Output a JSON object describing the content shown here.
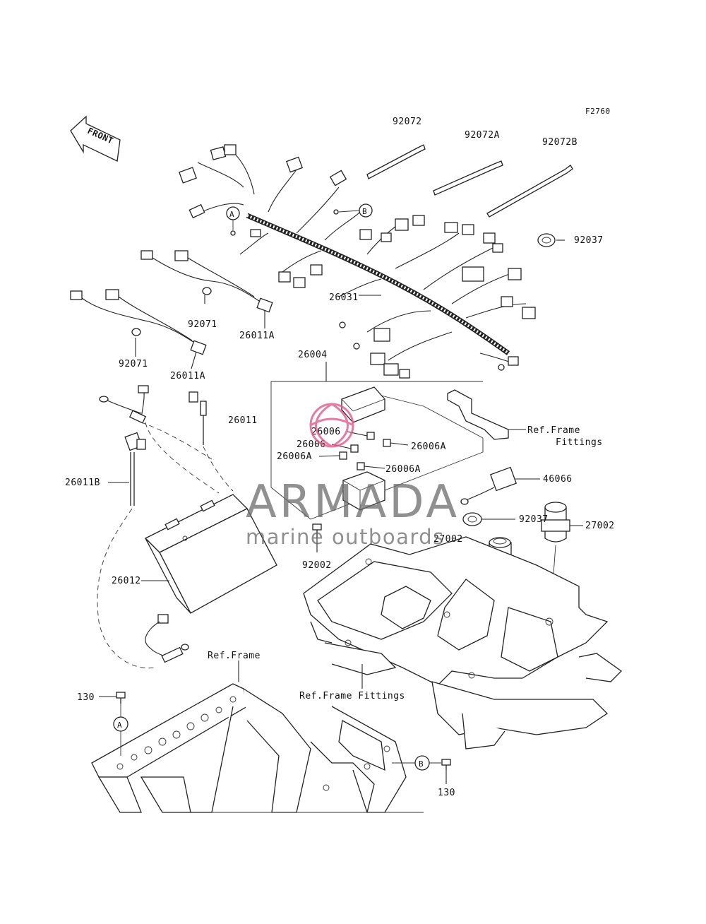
{
  "figure_code": "F2760",
  "front_arrow_label": "FRONT",
  "watermark": {
    "brand": "ARMADA",
    "tagline": "marine outboards",
    "logo_color": "#e05a8a",
    "text_color": "#6b6b6b"
  },
  "callouts": {
    "A": "A",
    "B": "B"
  },
  "part_labels": {
    "p92072": "92072",
    "p92072A": "92072A",
    "p92072B": "92072B",
    "p92037_top": "92037",
    "p26031": "26031",
    "p92071_a": "92071",
    "p26011A_a": "26011A",
    "p92071_b": "92071",
    "p26011A_b": "26011A",
    "p26004": "26004",
    "p26011": "26011",
    "p26006_a": "26006",
    "p26006_b": "26006",
    "p26006A_a": "26006A",
    "p26006A_b": "26006A",
    "p26006A_c": "26006A",
    "ref_frame_fittings_1a": "Ref.Frame",
    "ref_frame_fittings_1b": "Fittings",
    "p46066": "46066",
    "p26011B": "26011B",
    "p92037_mid": "92037",
    "p27002_a": "27002",
    "p27002_b": "27002",
    "p92002": "92002",
    "p26012": "26012",
    "ref_frame": "Ref.Frame",
    "ref_frame_fittings_2": "Ref.Frame Fittings",
    "p130_a": "130",
    "p130_b": "130"
  }
}
